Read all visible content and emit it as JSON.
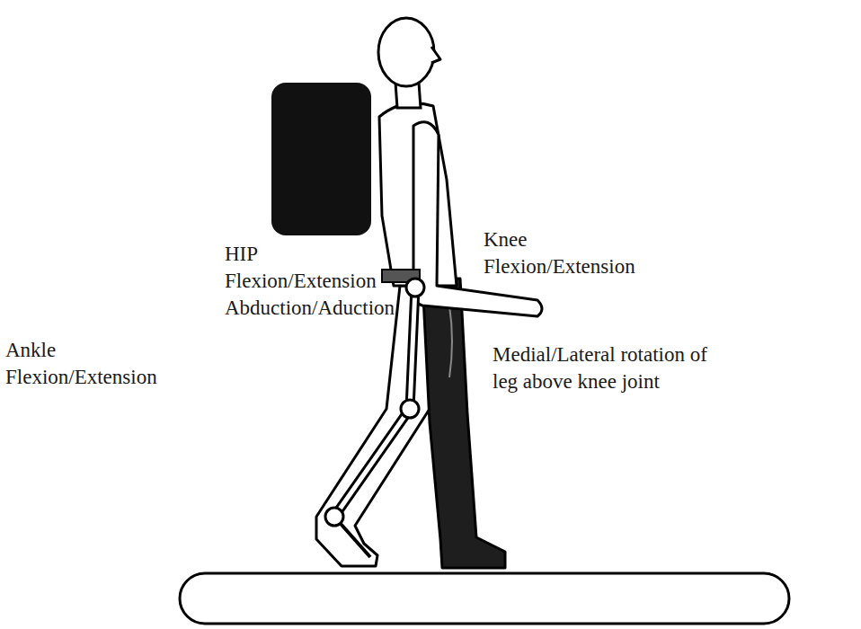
{
  "diagram": {
    "labels": [
      "HIP Flexion/Extension Abduction/Aduction",
      "Knee Flexion/Extension",
      "Ankle Flexion/Extension",
      "Medial/Lateral rotation of leg above knee joint"
    ]
  }
}
